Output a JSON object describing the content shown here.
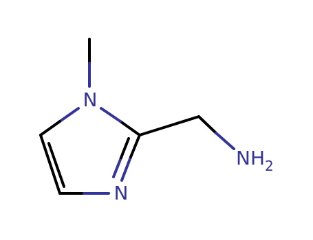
{
  "molecule": {
    "atoms": {
      "n1": "N",
      "n3": "N",
      "amine": "NH",
      "amine_subscript": "2"
    }
  },
  "colors": {
    "background": "#ffffff",
    "bond": "#000000",
    "nitrogen": "#33339a"
  }
}
